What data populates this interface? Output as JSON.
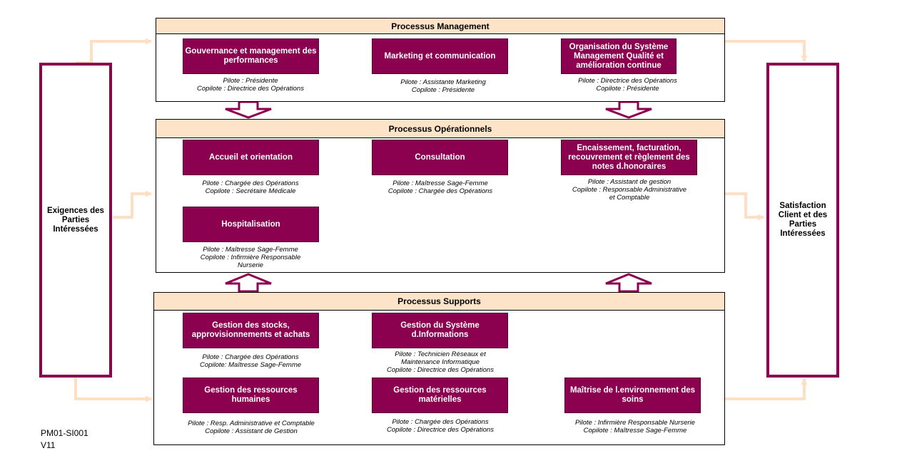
{
  "colors": {
    "process_fill": "#8b004f",
    "header_fill": "#fde4c8",
    "flow_arrow": "#fde0c4"
  },
  "left_side": {
    "label": "Exigences des Parties Intéressées"
  },
  "right_side": {
    "label": "Satisfaction Client et des Parties Intéressées"
  },
  "management": {
    "title": "Processus Management",
    "processes": [
      {
        "name": "Gouvernance et management des performances",
        "owners": "Pilote : Présidente\nCopilote : Directrice des Opérations"
      },
      {
        "name": "Marketing et communication",
        "owners": "Pilote : Assistante Marketing\nCopilote : Présidente"
      },
      {
        "name": "Organisation du Système Management Qualité et amélioration continue",
        "owners": "Pilote : Directrice des Opérations\nCopilote : Présidente"
      }
    ]
  },
  "operational": {
    "title": "Processus Opérationnels",
    "processes": [
      {
        "name": "Accueil et orientation",
        "owners": "Pilote : Chargée des Opérations\nCopilote : Secrétaire Médicale"
      },
      {
        "name": "Consultation",
        "owners": "Pilote : Maîtresse Sage-Femme\nCopilote : Chargée des Opérations"
      },
      {
        "name": "Encaissement, facturation, recouvrement et règlement des notes d.honoraires",
        "owners": "Pilote : Assistant de gestion\nCopilote : Responsable Administrative\net Comptable"
      },
      {
        "name": "Hospitalisation",
        "owners": "Pilote : Maîtresse Sage-Femme\nCopilote : Infirmière Responsable\nNurserie"
      }
    ]
  },
  "supports": {
    "title": "Processus Supports",
    "processes": [
      {
        "name": "Gestion des stocks, approvisionnements et achats",
        "owners": "Pilote : Chargée des Opérations\nCopilote: Maîtresse Sage-Femme"
      },
      {
        "name": "Gestion du Système d.Informations",
        "owners": "Pilote : Technicien Réseaux et\nMaintenance Informatique\nCopilote : Directrice des Opérations"
      },
      {
        "name": "Gestion des ressources humaines",
        "owners": "Pilote : Resp. Administrative et Comptable\nCopilote : Assistant de Gestion"
      },
      {
        "name": "Gestion des ressources matérielles",
        "owners": "Pilote : Chargée des Opérations\nCopilote : Directrice des Opérations"
      },
      {
        "name": "Maîtrise de l.environnement des soins",
        "owners": "Pilote :  Infirmière Responsable Nurserie\nCopilote : Maîtresse Sage-Femme"
      }
    ]
  },
  "doc_ref": {
    "code": "PM01-SI001",
    "version": "V11"
  }
}
